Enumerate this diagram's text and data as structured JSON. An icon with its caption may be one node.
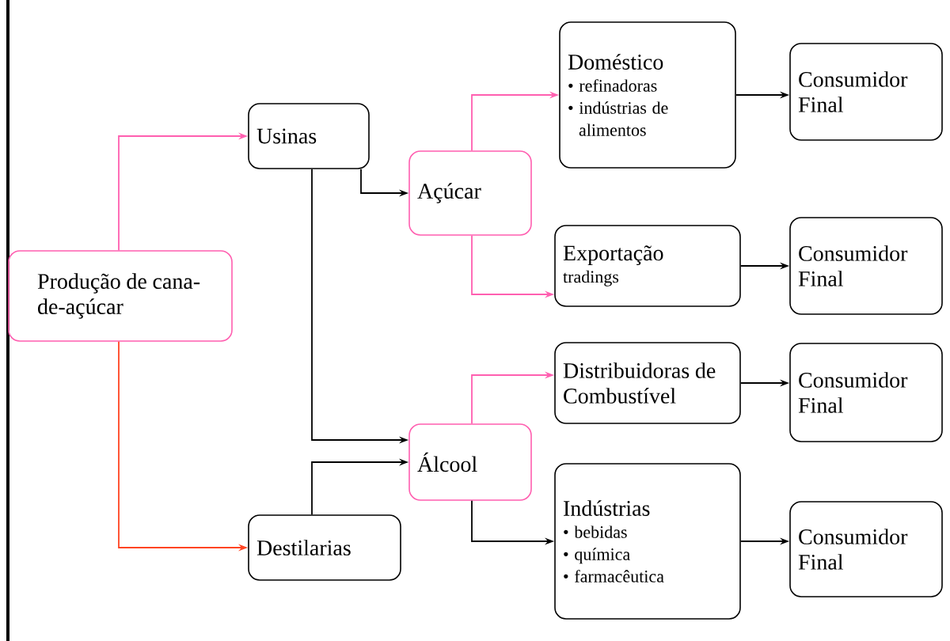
{
  "diagram": {
    "nodes": [
      {
        "text": [
          "Produção de cana-de-açúcar"
        ]
      },
      {
        "text": [
          "Usinas"
        ]
      },
      {
        "text": [
          "Destilarias"
        ]
      },
      {
        "text": [
          "Açúcar"
        ]
      },
      {
        "text": [
          "Álcool"
        ]
      },
      {
        "text": [
          "Doméstico",
          "• refinadoras",
          "• indústrias de alimentos"
        ]
      },
      {
        "text": [
          "Consumidor Final"
        ]
      },
      {
        "text": [
          "Exportação",
          "tradings"
        ]
      },
      {
        "text": [
          "Consumidor Final"
        ]
      },
      {
        "text": [
          "Distribuidoras de Combustível"
        ]
      },
      {
        "text": [
          "Consumidor Final"
        ]
      },
      {
        "text": [
          "Indústrias",
          "• bebidas",
          "• química",
          "• farmacêutica"
        ]
      },
      {
        "text": [
          "Consumidor Final"
        ]
      }
    ],
    "edges": [
      {
        "from": 0,
        "to": 1,
        "arrow": "to",
        "color": "#ff5fb0"
      },
      {
        "from": 0,
        "to": 2,
        "arrow": "to",
        "color": "#ff4422"
      },
      {
        "from": 1,
        "to": 3,
        "arrow": "to"
      },
      {
        "from": 1,
        "to": 4,
        "arrow": "to"
      },
      {
        "from": 2,
        "to": 4,
        "arrow": "to"
      },
      {
        "from": 3,
        "to": 5,
        "arrow": "to",
        "color": "#ff5fb0"
      },
      {
        "from": 3,
        "to": 7,
        "arrow": "to",
        "color": "#ff5fb0"
      },
      {
        "from": 4,
        "to": 9,
        "arrow": "to",
        "color": "#ff5fb0"
      },
      {
        "from": 4,
        "to": 11,
        "arrow": "to"
      },
      {
        "from": 5,
        "to": 6,
        "arrow": "to"
      },
      {
        "from": 7,
        "to": 8,
        "arrow": "to"
      },
      {
        "from": 9,
        "to": 10,
        "arrow": "to"
      },
      {
        "from": 11,
        "to": 12,
        "arrow": "to"
      }
    ]
  }
}
